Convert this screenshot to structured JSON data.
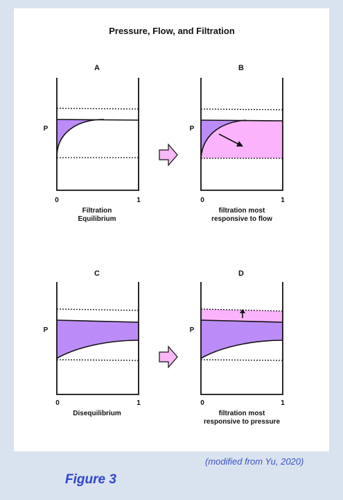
{
  "title": "Pressure, Flow, and Filtration",
  "panels": [
    {
      "letter": "A",
      "p_label": "P",
      "x_start": "0",
      "x_end": "1",
      "caption": "Filtration\nEquilibrium"
    },
    {
      "letter": "B",
      "p_label": "P",
      "x_start": "0",
      "x_end": "1",
      "caption": "filtration most\nresponsive to flow"
    },
    {
      "letter": "C",
      "p_label": "P",
      "x_start": "0",
      "x_end": "1",
      "caption": "Disequilibrium"
    },
    {
      "letter": "D",
      "p_label": "P",
      "x_start": "0",
      "x_end": "1",
      "caption": "filtration most\nresponsive to pressure"
    }
  ],
  "citation": "(modified from Yu, 2020)",
  "figure_title": "Figure 3",
  "colors": {
    "background": "#d9e3ef",
    "card": "#ffffff",
    "purple_fill": "#bb8cf7",
    "pink_fill": "#fbb3fb",
    "arrow_fill": "#f8b8f6",
    "caption_blue": "#3b4fc7"
  }
}
